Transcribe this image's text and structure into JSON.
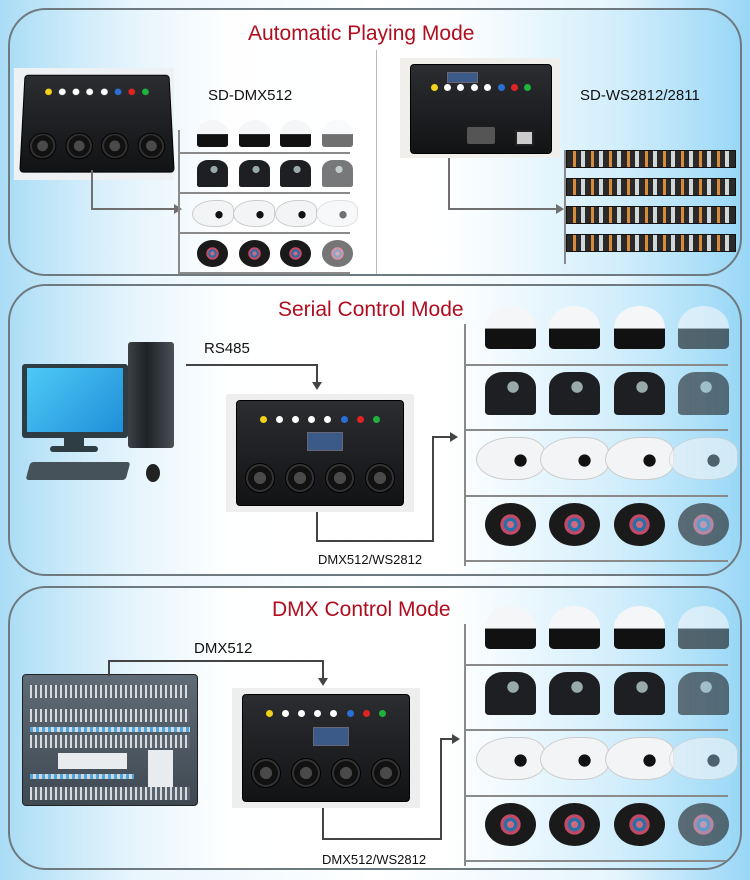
{
  "panels": [
    {
      "title": "Automatic Playing Mode",
      "left": {
        "device_label": "SD-DMX512",
        "device": "DMX512 controller (4 XLR outputs)",
        "fixtures": [
          "magic ball light",
          "moving head beam",
          "fog machine",
          "LED par can"
        ],
        "fixtures_per_row": 4
      },
      "right": {
        "device_label": "SD-WS2812/2811",
        "device": "WS2812 pixel controller",
        "fixtures": [
          "WS2812 LED strip",
          "WS2812 LED strip",
          "WS2812 LED strip",
          "WS2812 LED strip"
        ]
      }
    },
    {
      "title": "Serial Control Mode",
      "source": "Computer",
      "source_link_label": "RS485",
      "output_label": "DMX512/WS2812",
      "fixtures": [
        "magic ball light",
        "moving head beam",
        "fog machine",
        "LED par can"
      ],
      "fixtures_per_row": 4
    },
    {
      "title": "DMX Control Mode",
      "source": "DMX lighting console",
      "source_link_label": "DMX512",
      "output_label": "DMX512/WS2812",
      "fixtures": [
        "magic ball light",
        "moving head beam",
        "fog machine",
        "LED par can"
      ],
      "fixtures_per_row": 4
    }
  ],
  "colors": {
    "title": "#b00d1f",
    "border": "#6f7a80",
    "led_colors": [
      "#f2d21b",
      "#ffffff",
      "#ffffff",
      "#ffffff",
      "#ffffff",
      "#2a6fd6",
      "#e02424",
      "#1fb23c"
    ]
  }
}
